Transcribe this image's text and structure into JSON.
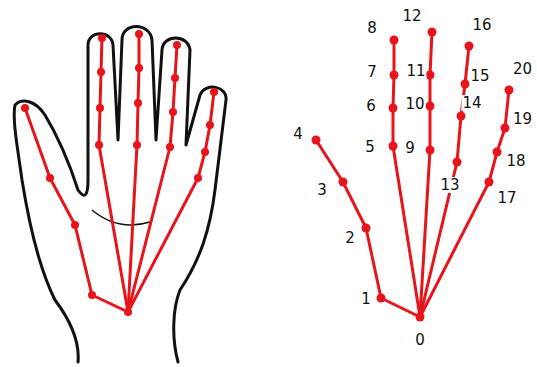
{
  "diagram": {
    "labels": [
      "0",
      "1",
      "2",
      "3",
      "4",
      "5",
      "6",
      "7",
      "8",
      "9",
      "10",
      "11",
      "12",
      "13",
      "14",
      "15",
      "16",
      "17",
      "18",
      "19",
      "20"
    ]
  }
}
